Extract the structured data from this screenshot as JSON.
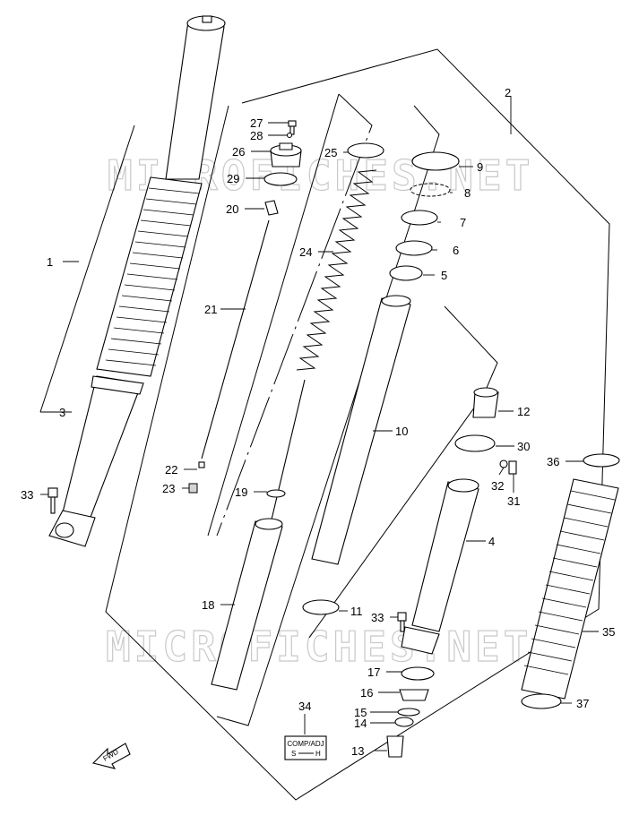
{
  "watermarks": [
    "MICROFICHES.NET",
    "MICROFICHES.NET"
  ],
  "callouts": [
    {
      "id": "c1",
      "label": "1"
    },
    {
      "id": "c2",
      "label": "2"
    },
    {
      "id": "c3",
      "label": "3"
    },
    {
      "id": "c4",
      "label": "4"
    },
    {
      "id": "c5",
      "label": "5"
    },
    {
      "id": "c6",
      "label": "6"
    },
    {
      "id": "c7",
      "label": "7"
    },
    {
      "id": "c8",
      "label": "8"
    },
    {
      "id": "c9",
      "label": "9"
    },
    {
      "id": "c10",
      "label": "10"
    },
    {
      "id": "c11",
      "label": "11"
    },
    {
      "id": "c12",
      "label": "12"
    },
    {
      "id": "c13",
      "label": "13"
    },
    {
      "id": "c14",
      "label": "14"
    },
    {
      "id": "c15",
      "label": "15"
    },
    {
      "id": "c16",
      "label": "16"
    },
    {
      "id": "c17",
      "label": "17"
    },
    {
      "id": "c18",
      "label": "18"
    },
    {
      "id": "c19",
      "label": "19"
    },
    {
      "id": "c20",
      "label": "20"
    },
    {
      "id": "c21",
      "label": "21"
    },
    {
      "id": "c22",
      "label": "22"
    },
    {
      "id": "c23",
      "label": "23"
    },
    {
      "id": "c24",
      "label": "24"
    },
    {
      "id": "c25",
      "label": "25"
    },
    {
      "id": "c26",
      "label": "26"
    },
    {
      "id": "c27",
      "label": "27"
    },
    {
      "id": "c28",
      "label": "28"
    },
    {
      "id": "c29",
      "label": "29"
    },
    {
      "id": "c30",
      "label": "30"
    },
    {
      "id": "c31",
      "label": "31"
    },
    {
      "id": "c32",
      "label": "32"
    },
    {
      "id": "c33a",
      "label": "33"
    },
    {
      "id": "c33b",
      "label": "33"
    },
    {
      "id": "c34",
      "label": "34"
    },
    {
      "id": "c35",
      "label": "35"
    },
    {
      "id": "c36",
      "label": "36"
    },
    {
      "id": "c37",
      "label": "37"
    }
  ],
  "adjuster_tag": {
    "line1": "COMP/ADJ",
    "line2": "S",
    "line3": "H"
  },
  "fwd_marker": "FWD"
}
